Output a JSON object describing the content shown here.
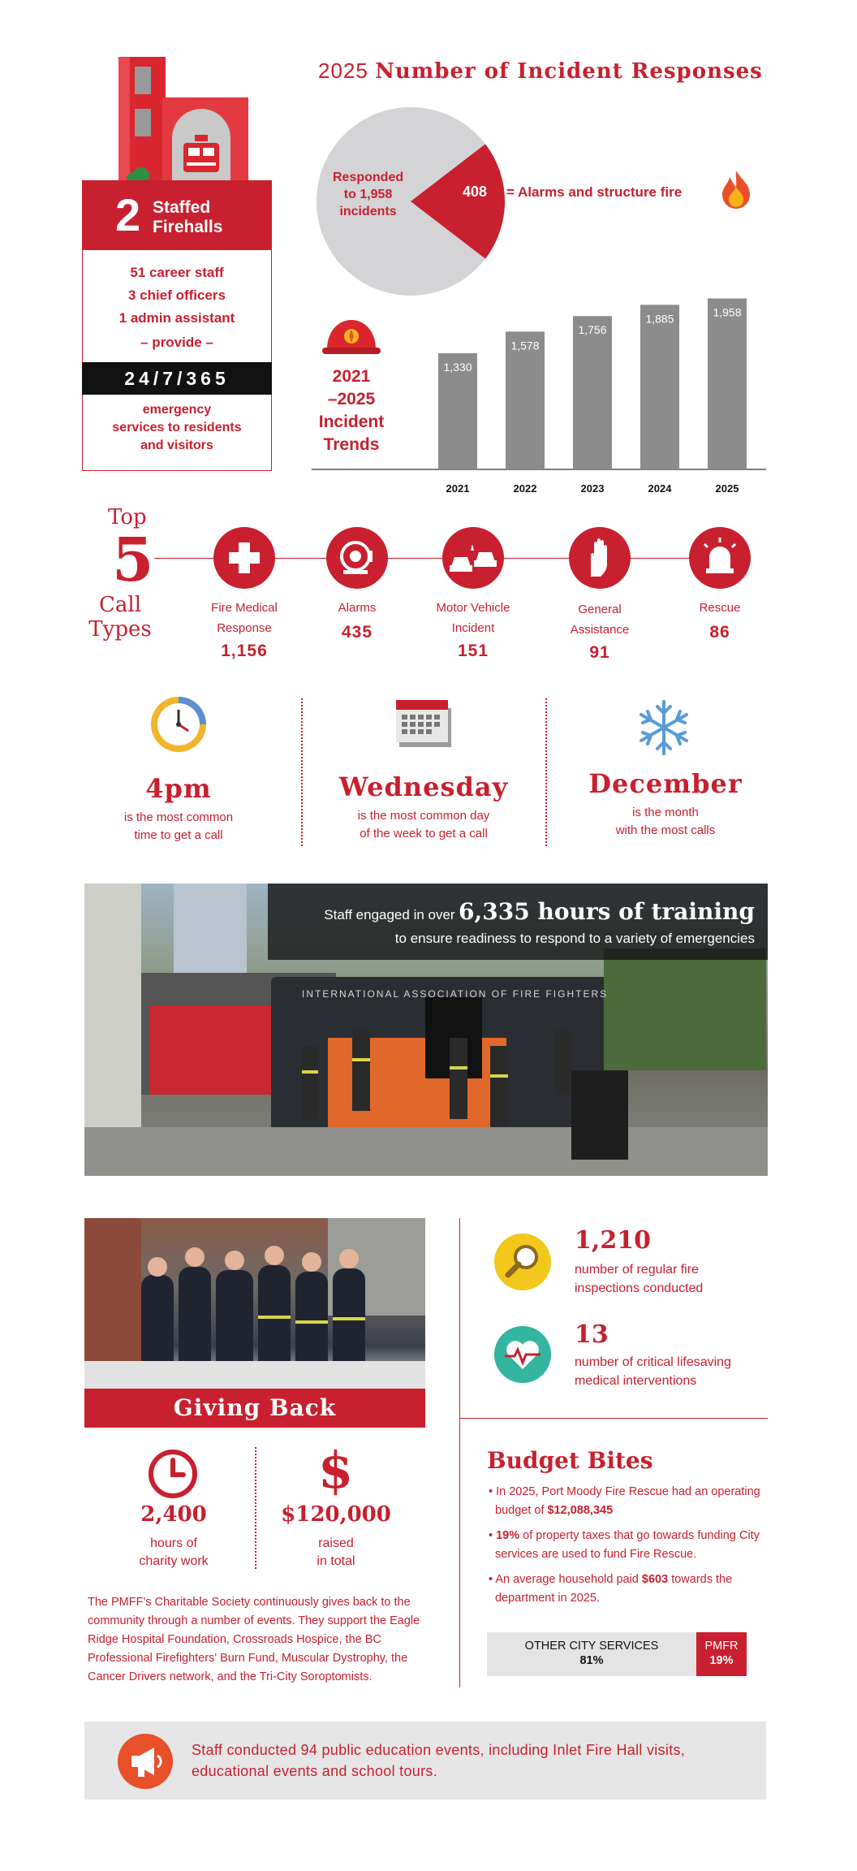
{
  "firehalls": {
    "count": "2",
    "title_line1": "Staffed",
    "title_line2": "Firehalls",
    "staff_lines": [
      "51 career staff",
      "3 chief officers",
      "1 admin assistant"
    ],
    "provide": "–  provide  –",
    "availability": "24/7/365",
    "services_lines": [
      "emergency",
      "services to residents",
      "and visitors"
    ]
  },
  "incidents": {
    "title_year": "2025",
    "title_rest": "Number of Incident Responses",
    "pie_left_lines": [
      "Responded",
      "to 1,958",
      "incidents"
    ],
    "pie_highlight_value": "408",
    "pie_highlight_label": "=  Alarms and structure fire",
    "trends_lines": [
      "2021",
      "–2025",
      "Incident",
      "Trends"
    ]
  },
  "chart_data": {
    "type": "bar",
    "categories": [
      "2021",
      "2022",
      "2023",
      "2024",
      "2025"
    ],
    "values": [
      1330,
      1578,
      1756,
      1885,
      1958
    ],
    "value_labels": [
      "1,330",
      "1,578",
      "1,756",
      "1,885",
      "1,958"
    ],
    "ylim": [
      0,
      2400
    ],
    "color": "#8c8c8c",
    "grid": false
  },
  "pie_data": {
    "type": "pie",
    "total": 1958,
    "highlight": 408,
    "colors": {
      "rest": "#d4d4d6",
      "highlight": "#c8202f"
    }
  },
  "top5": {
    "word_top": "Top",
    "number": "5",
    "word_call": "Call",
    "word_types": "Types",
    "items": [
      {
        "label_lines": [
          "Fire Medical",
          "Response"
        ],
        "count": "1,156",
        "icon": "medical-cross-icon"
      },
      {
        "label_lines": [
          "Alarms"
        ],
        "count": "435",
        "icon": "alarm-bell-icon"
      },
      {
        "label_lines": [
          "Motor Vehicle",
          "Incident"
        ],
        "count": "151",
        "icon": "car-crash-icon"
      },
      {
        "label_lines": [
          "General",
          "Assistance"
        ],
        "count": "91",
        "icon": "helping-hand-icon"
      },
      {
        "label_lines": [
          "Rescue"
        ],
        "count": "86",
        "icon": "siren-icon"
      }
    ]
  },
  "stats": {
    "time": {
      "big": "4pm",
      "sub_lines": [
        "is the most common",
        "time to get a call"
      ]
    },
    "day": {
      "big": "Wednesday",
      "sub_lines": [
        "is the most common day",
        "of the week to get a call"
      ]
    },
    "month": {
      "big": "December",
      "sub_lines": [
        "is the month",
        "with the most calls"
      ]
    }
  },
  "training": {
    "prefix": "Staff engaged in over",
    "highlight": "6,335 hours of training",
    "line2": "to ensure readiness to respond to a variety of emergencies",
    "truck_text": "INTERNATIONAL ASSOCIATION OF FIRE FIGHTERS"
  },
  "giving": {
    "title": "Giving Back",
    "charity_hours": {
      "big": "2,400",
      "sub_lines": [
        "hours of",
        "charity work"
      ]
    },
    "raised": {
      "big": "$120,000",
      "sub_lines": [
        "raised",
        "in total"
      ]
    },
    "paragraph": "The PMFF's Charitable Society continuously gives back to the community through a number of events. They support the Eagle Ridge Hospital Foundation, Crossroads Hospice, the BC Professional Firefighters' Burn Fund, Muscular Dystrophy, the Cancer Drivers network, and the Tri-City Soroptomists."
  },
  "inspections": {
    "num": "1,210",
    "sub_lines": [
      "number of regular fire",
      "inspections conducted"
    ]
  },
  "medical": {
    "num": "13",
    "sub_lines": [
      "number of critical lifesaving",
      "medical interventions"
    ]
  },
  "budget": {
    "title": "Budget Bites",
    "items": [
      {
        "pre": "In 2025, Port Moody Fire Rescue had an operating budget of ",
        "bold": "$12,088,345",
        "post": ""
      },
      {
        "pre": "",
        "bold": "19%",
        "post": " of property taxes that go towards funding City services are used to fund Fire Rescue."
      },
      {
        "pre": "An average household paid ",
        "bold": "$603",
        "post": " towards the department in 2025."
      }
    ],
    "other_label": "OTHER CITY SERVICES",
    "other_pct": "81%",
    "pmfr_label": "PMFR",
    "pmfr_pct": "19%"
  },
  "education": {
    "text": "Staff conducted 94 public education events, including Inlet Fire Hall visits, educational events and school tours."
  }
}
